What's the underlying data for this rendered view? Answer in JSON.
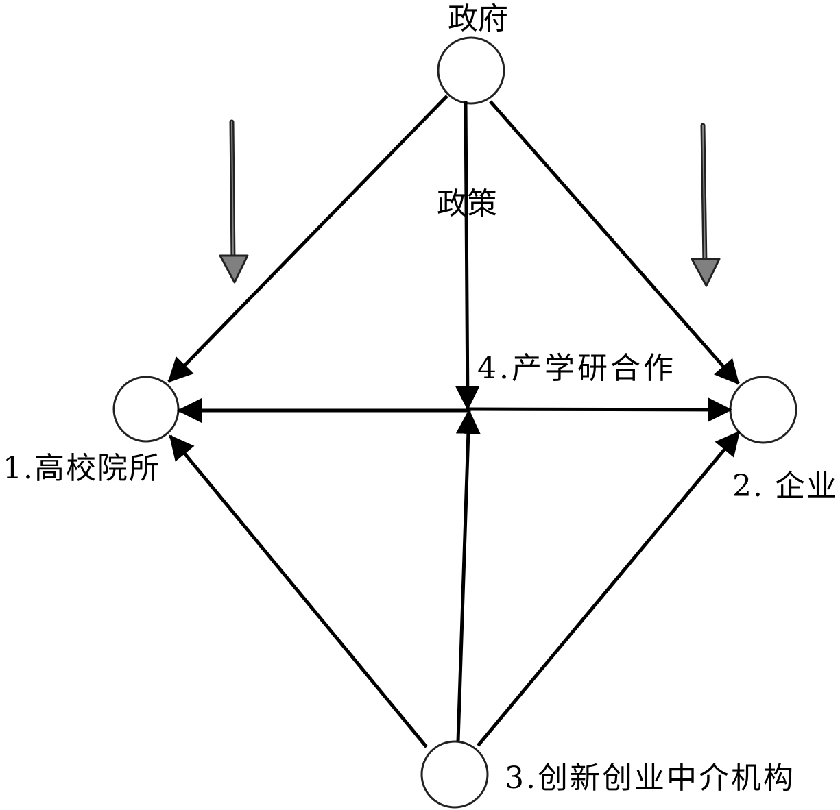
{
  "nodes": {
    "government": "政府",
    "universities": "1.高校院所",
    "enterprises": "2. 企业",
    "intermediaries": "3.创新创业中介机构"
  },
  "labels": {
    "policy": "政策",
    "cooperation": "4.产学研合作"
  },
  "colors": {
    "line": "#000000",
    "input_arrow_fill": "#808080",
    "input_arrow_stroke": "#222222"
  }
}
